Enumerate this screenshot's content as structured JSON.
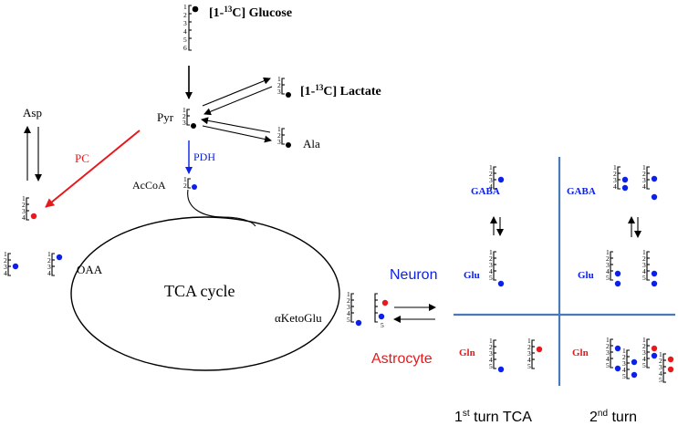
{
  "colors": {
    "red": "#e8191c",
    "blue": "#0b20e8",
    "black": "#000000",
    "divider": "#4a79b8"
  },
  "glucose": {
    "prefix": "[1-",
    "iso": "13",
    "suffix": "C] Glucose"
  },
  "lactate": {
    "prefix": "[1-",
    "iso": "13",
    "suffix": "C] Lactate"
  },
  "metabolites": {
    "pyr": "Pyr",
    "ala": "Ala",
    "acoa": "AcCoA",
    "asp": "Asp",
    "oaa": "OAA",
    "akg": "αKetoGlu",
    "tca": "TCA cycle"
  },
  "enzymes": {
    "pc": "PC",
    "pdh": "PDH"
  },
  "compartments": {
    "neuron": "Neuron",
    "astrocyte": "Astrocyte"
  },
  "grid_labels": {
    "gaba": "GABA",
    "glu": "Glu",
    "gln": "Gln"
  },
  "footer": {
    "first_num": "1",
    "first_sup": "st",
    "first_rest": " turn TCA",
    "second_num": "2",
    "second_sup": "nd",
    "second_rest": " turn"
  },
  "carbon_ticks": {
    "c1": "1",
    "c2": "2",
    "c3": "3",
    "c4": "4",
    "c5": "5",
    "c6": "6"
  }
}
